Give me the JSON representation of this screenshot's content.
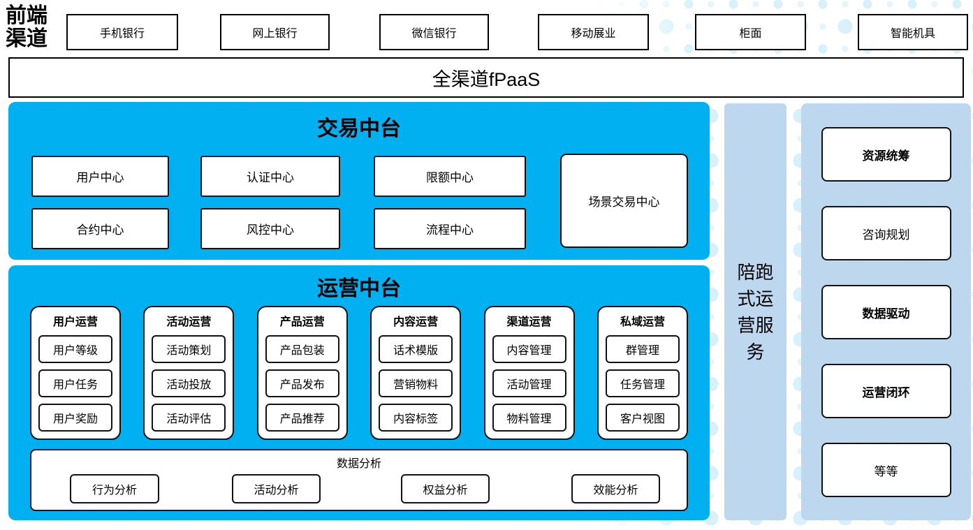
{
  "front_channels": {
    "label": "前端渠道",
    "items": [
      "手机银行",
      "网上银行",
      "微信银行",
      "移动展业",
      "柜面",
      "智能机具"
    ]
  },
  "fpaas_label": "全渠道fPaaS",
  "trade_platform": {
    "title": "交易中台",
    "row1": [
      "用户中心",
      "认证中心",
      "限额中心"
    ],
    "row2": [
      "合约中心",
      "风控中心",
      "流程中心"
    ],
    "tall_box": "场景交易中心"
  },
  "ops_platform": {
    "title": "运营中台",
    "columns": [
      {
        "title": "用户运营",
        "items": [
          "用户等级",
          "用户任务",
          "用户奖励"
        ]
      },
      {
        "title": "活动运营",
        "items": [
          "活动策划",
          "活动投放",
          "活动评估"
        ]
      },
      {
        "title": "产品运营",
        "items": [
          "产品包装",
          "产品发布",
          "产品推荐"
        ]
      },
      {
        "title": "内容运营",
        "items": [
          "话术模版",
          "营销物料",
          "内容标签"
        ]
      },
      {
        "title": "渠道运营",
        "items": [
          "内容管理",
          "活动管理",
          "物料管理"
        ]
      },
      {
        "title": "私域运营",
        "items": [
          "群管理",
          "任务管理",
          "客户视图"
        ]
      }
    ],
    "analysis": {
      "title": "数据分析",
      "items": [
        "行为分析",
        "活动分析",
        "权益分析",
        "效能分析"
      ]
    }
  },
  "side_service_label": "陪跑式运营服务",
  "right_panel": {
    "items": [
      {
        "label": "资源统筹",
        "bold": true
      },
      {
        "label": "咨询规划",
        "bold": false
      },
      {
        "label": "数据驱动",
        "bold": true
      },
      {
        "label": "运营闭环",
        "bold": true
      },
      {
        "label": "等等",
        "bold": false
      }
    ]
  },
  "colors": {
    "bright_blue": "#00B0F0",
    "light_blue": "#BDD7EE",
    "dot_blue": "#D7F0FB",
    "box_border": "#111111"
  }
}
